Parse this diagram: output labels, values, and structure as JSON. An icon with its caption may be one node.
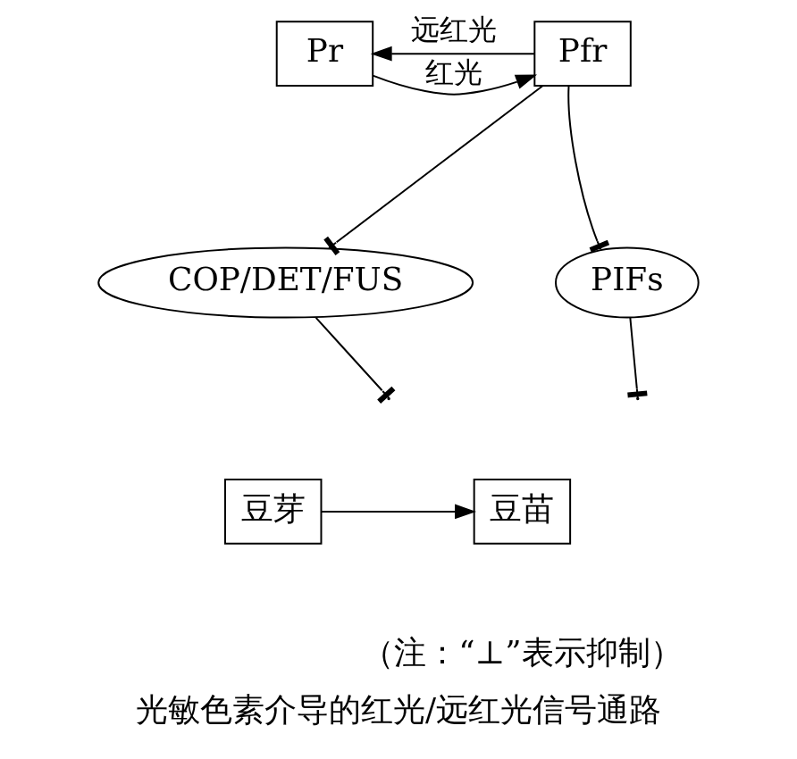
{
  "diagram": {
    "caption": "光敏色素介导的红光/远红光信号通路",
    "nodes": [
      {
        "text": [
          "Pr"
        ]
      },
      {
        "text": [
          "Pfr"
        ]
      },
      {
        "text": [
          "COP/DET/FUS"
        ]
      },
      {
        "text": [
          "PIFs"
        ]
      },
      {
        "text": [
          "豆芽"
        ]
      },
      {
        "text": [
          "豆苗"
        ]
      }
    ],
    "edges": [
      {
        "from": 0,
        "to": 1,
        "arrow": "to",
        "label": "红光"
      },
      {
        "from": 1,
        "to": 0,
        "arrow": "to",
        "label": "远红光"
      },
      {
        "from": 1,
        "to": 2,
        "arrow": "other"
      },
      {
        "from": 1,
        "to": 3,
        "arrow": "other"
      },
      {
        "from": 2,
        "to": null,
        "arrow": "other"
      },
      {
        "from": 3,
        "to": null,
        "arrow": "other"
      },
      {
        "from": 4,
        "to": 5,
        "arrow": "to"
      }
    ],
    "labels": [
      "（注：“⊥”表示抑制）"
    ]
  }
}
